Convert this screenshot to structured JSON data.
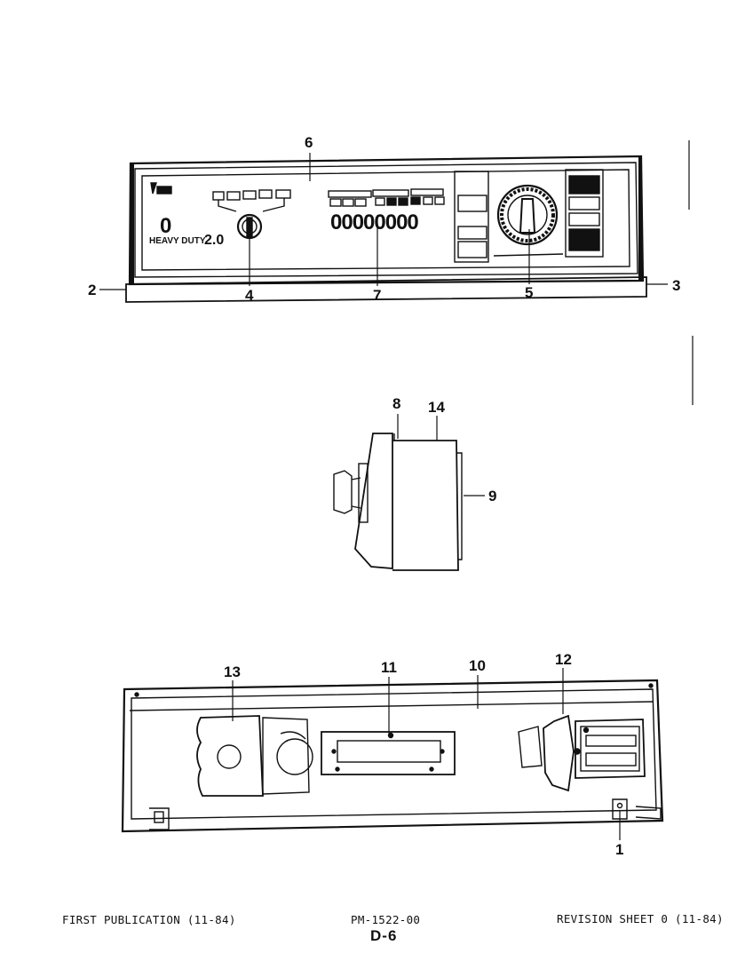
{
  "callouts": {
    "c1": "1",
    "c2": "2",
    "c3": "3",
    "c4": "4",
    "c5": "5",
    "c6": "6",
    "c7": "7",
    "c8": "8",
    "c9": "9",
    "c10": "10",
    "c11": "11",
    "c12": "12",
    "c13": "13",
    "c14": "14"
  },
  "panel": {
    "big_digit": "0",
    "model_text": "HEAVY DUTY",
    "model_number": "2.0",
    "digit_row": "00000000"
  },
  "footer": {
    "left": "FIRST PUBLICATION (11-84)",
    "middle": "PM-1522-00",
    "right": "REVISION SHEET 0 (11-84)",
    "page_id": "D-6"
  }
}
